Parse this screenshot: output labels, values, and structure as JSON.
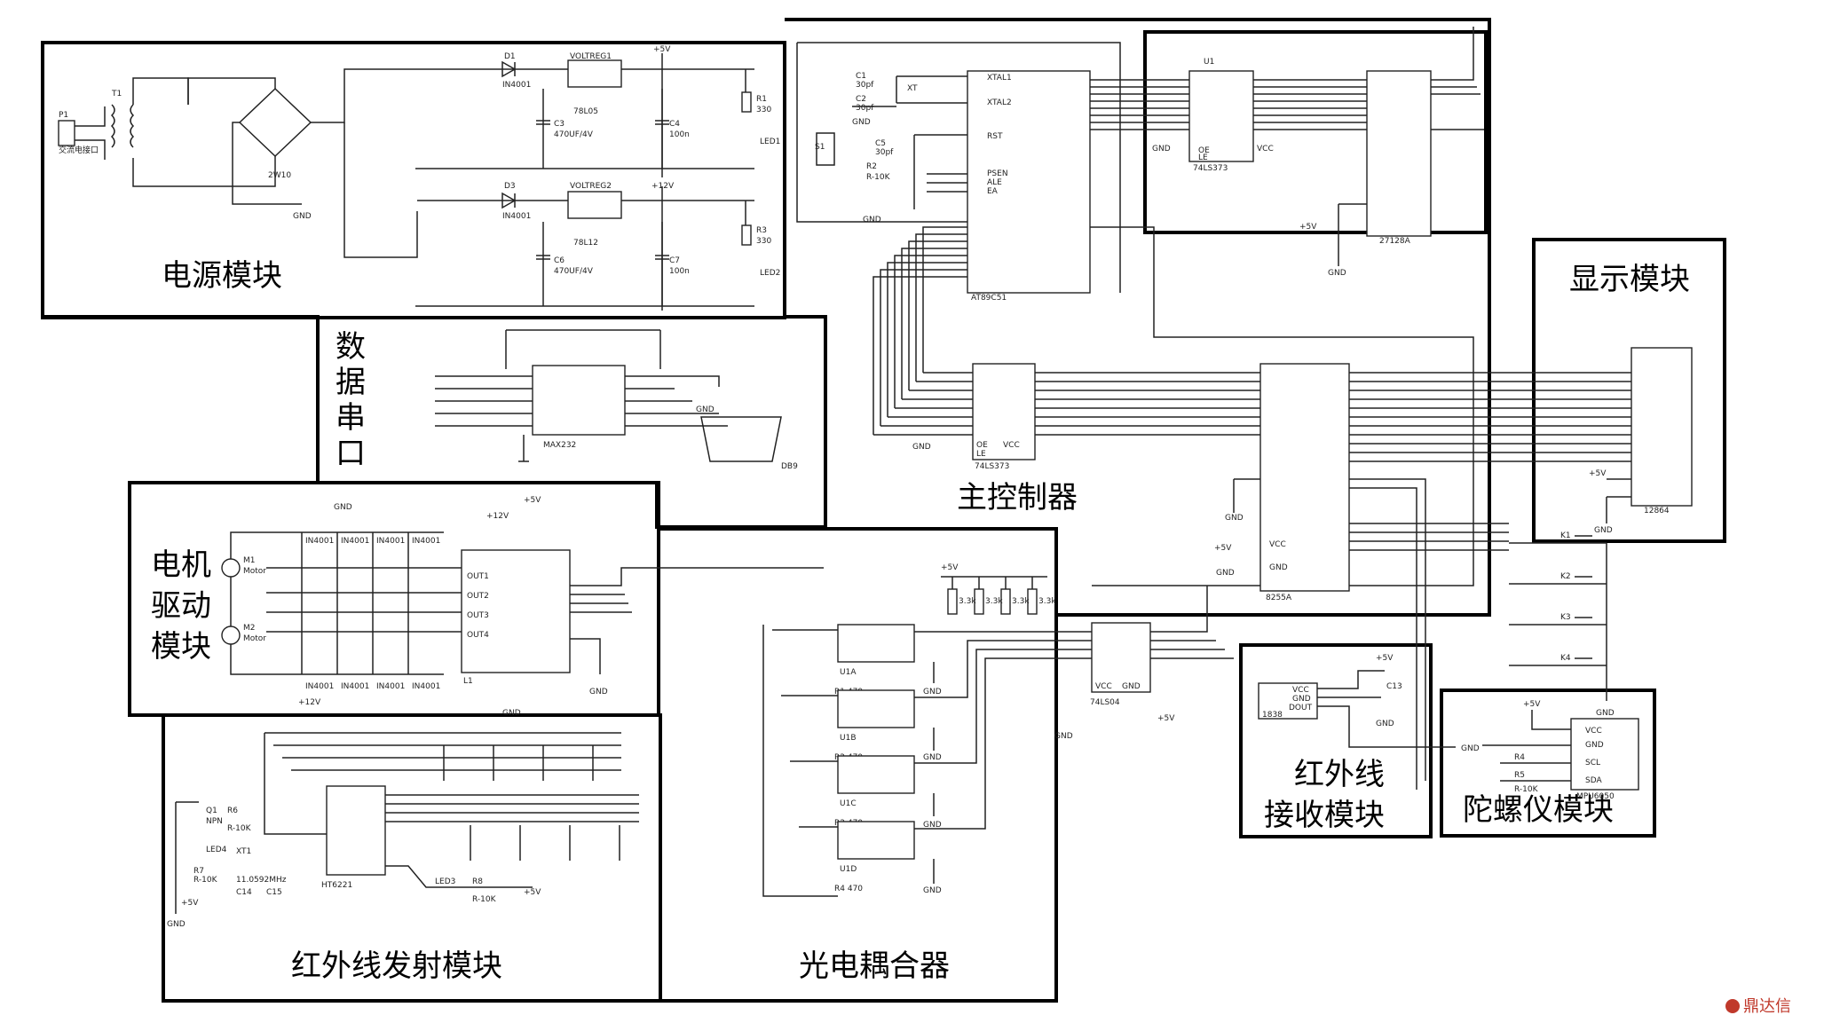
{
  "modules": {
    "power": "电源模块",
    "serial": [
      "数",
      "据",
      "串",
      "口"
    ],
    "controller": "主控制器",
    "display": "显示模块",
    "motor": [
      "电机",
      "驱动",
      "模块"
    ],
    "ir_tx": "红外线发射模块",
    "opto": "光电耦合器",
    "ir_rx": [
      "红外线",
      "接收模块"
    ],
    "gyro": "陀螺仪模块"
  },
  "chips": {
    "mcu": "AT89C51",
    "latch1": "74LS373",
    "latch2": "74LS373",
    "eprom": "27128A",
    "u1": "U1",
    "ppi": "8255A",
    "lcd": "12864",
    "max232": "MAX232",
    "db9": "DB9",
    "l298": "L1",
    "ht6221": "HT6221",
    "inverter": "74LS04",
    "ir_recv": "1838",
    "mpu": "MPU6050",
    "reg1": "VOLTREG1",
    "reg2": "VOLTREG2",
    "reg1_part": "78L05",
    "reg2_part": "78L12"
  },
  "labels": {
    "gnd": "GND",
    "p5v": "+5V",
    "p12v": "+12V",
    "ac_port": "交流电接口",
    "p1": "P1",
    "t1": "T1",
    "bridge": "2W10",
    "d1": "D1",
    "d3": "D3",
    "d1_part": "IN4001",
    "c3": "C3",
    "c6": "C6",
    "c4": "C4",
    "c7": "C7",
    "cap_470": "470UF/4V",
    "cap_100": "100n",
    "r1": "R1",
    "r3": "R3",
    "r_330": "330",
    "led1": "LED1",
    "led2": "LED2",
    "xtal1": "XTAL1",
    "xtal2": "XTAL2",
    "rst": "RST",
    "psen": "PSEN",
    "ale": "ALE",
    "ea": "EA",
    "c1": "C1",
    "c2": "C2",
    "c5": "C5",
    "cap_30pf": "30pf",
    "xt": "XT",
    "s1": "S1",
    "r2": "R2",
    "r_10k": "R-10K",
    "vcc": "VCC",
    "oe": "OE",
    "le": "LE",
    "out1": "OUT1",
    "out2": "OUT2",
    "out3": "OUT3",
    "out4": "OUT4",
    "m1": "M1",
    "m2": "M2",
    "motor": "Motor",
    "d_in4001": "IN4001",
    "q1": "Q1",
    "npn": "NPN",
    "r6": "R6",
    "r7": "R7",
    "led4": "LED4",
    "xt1": "XT1",
    "freq": "11.0592MHz",
    "c14": "C14",
    "c15": "C15",
    "r8": "R8",
    "led3": "LED3",
    "u1a": "U1A",
    "u1b": "U1B",
    "u1c": "U1C",
    "u1d": "U1D",
    "r470_1": "R1 470",
    "r470_2": "R2 470",
    "r470_3": "R3 470",
    "r470_4": "R4 470",
    "r_33k": "3.3k",
    "k1": "K1",
    "k2": "K2",
    "k3": "K3",
    "k4": "K4",
    "scl": "SCL",
    "sda": "SDA",
    "dout": "DOUT",
    "c13": "C13",
    "r4": "R4",
    "r5": "R5",
    "watermark": "鼎达信"
  }
}
